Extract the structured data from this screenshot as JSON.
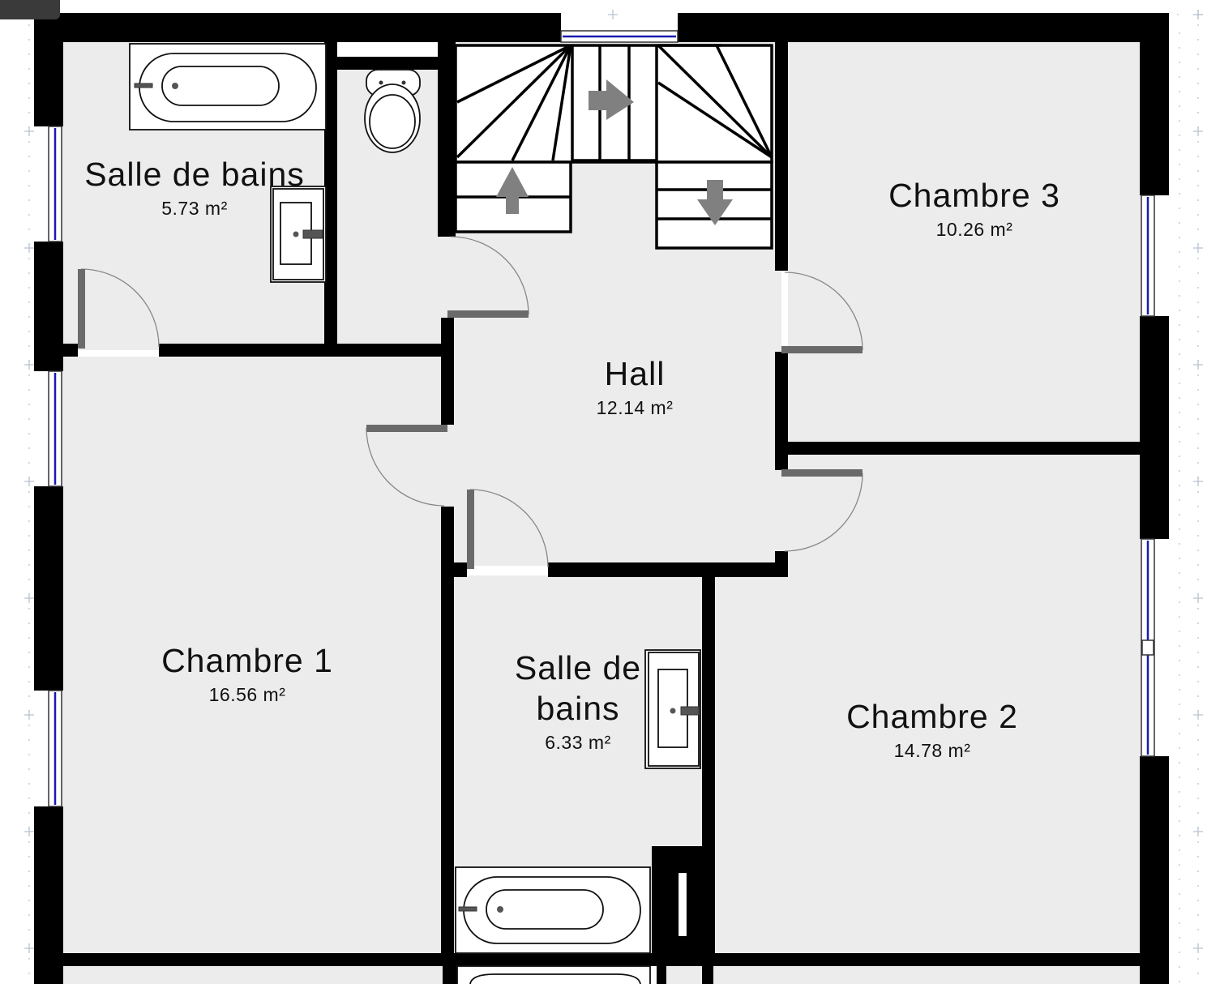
{
  "floorplan": {
    "badge": "",
    "colors": {
      "wall": "#000000",
      "floor": "#ececec",
      "background": "#ffffff",
      "grid": "#b9c2cf",
      "window": "#1a1ab0",
      "door_leaf": "#6a6a6a",
      "arrow": "#808080"
    },
    "rooms": [
      {
        "id": "salle-de-bains-1",
        "name": "Salle de bains",
        "area": "5.73 m²"
      },
      {
        "id": "hall",
        "name": "Hall",
        "area": "12.14 m²"
      },
      {
        "id": "chambre-3",
        "name": "Chambre 3",
        "area": "10.26 m²"
      },
      {
        "id": "chambre-1",
        "name": "Chambre 1",
        "area": "16.56 m²"
      },
      {
        "id": "salle-de-bains-2",
        "name_line1": "Salle de",
        "name_line2": "bains",
        "area": "6.33 m²"
      },
      {
        "id": "chambre-2",
        "name": "Chambre 2",
        "area": "14.78 m²"
      }
    ]
  }
}
